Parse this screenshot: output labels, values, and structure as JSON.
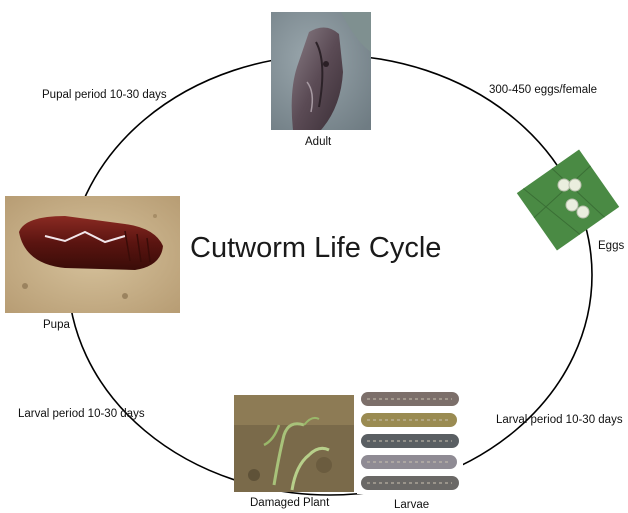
{
  "title": "Cutworm Life Cycle",
  "stages": {
    "adult": "Adult",
    "eggs": "Eggs",
    "pupa": "Pupa",
    "damaged_plant": "Damaged Plant",
    "larvae": "Larvae"
  },
  "transitions": {
    "adult_to_eggs": "300-450 eggs/female",
    "eggs_to_larvae": "Larval period 10-30 days",
    "larvae_to_pupa": "Larval period 10-30 days",
    "pupa_to_adult": "Pupal period 10-30 days"
  },
  "colors": {
    "cycle_line": "#000000",
    "moth": "#4a3c44",
    "leaf": "#3f7a3a",
    "pupa": "#5a1410",
    "soil": "#c9b38b"
  }
}
